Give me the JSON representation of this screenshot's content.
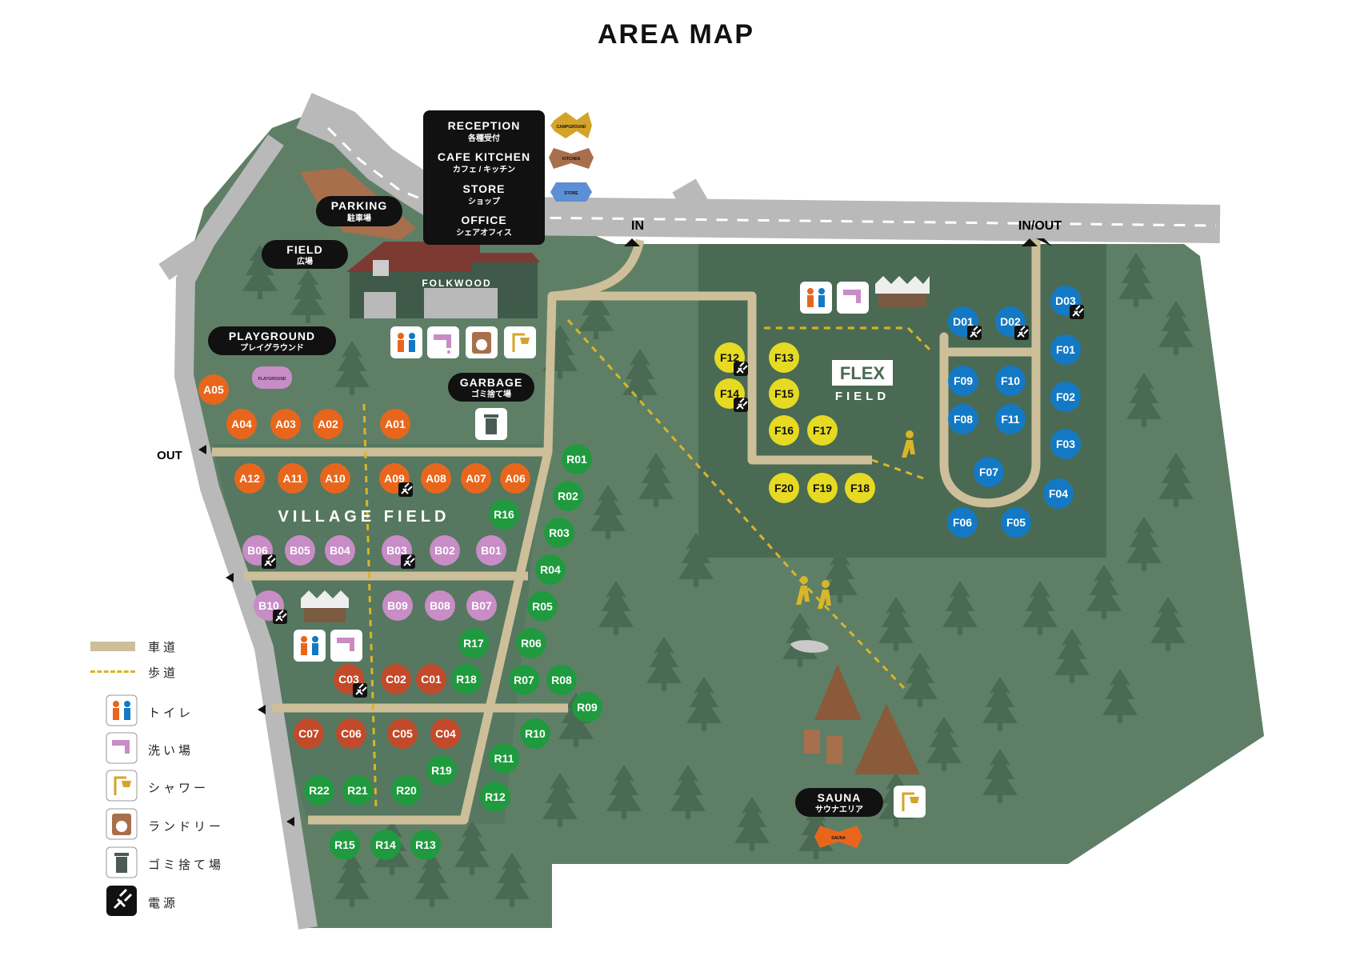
{
  "title": "AREA MAP",
  "colors": {
    "forest": "#5e7f66",
    "forest_dark": "#4a6a53",
    "road": "#b9b9b9",
    "path": "#cdbf9a",
    "zone_a": "#e8661c",
    "zone_b": "#c88cc6",
    "zone_c": "#c24a2a",
    "zone_r": "#1f9a3f",
    "zone_f": "#e6da22",
    "zone_d": "#1479c4",
    "walkway": "#d8b52a",
    "sign_bg": "#111111"
  },
  "facility_sign": {
    "items": [
      {
        "en": "RECEPTION",
        "jp": "各種受付"
      },
      {
        "en": "CAFE KITCHEN",
        "jp": "カフェ / キッチン"
      },
      {
        "en": "STORE",
        "jp": "ショップ"
      },
      {
        "en": "OFFICE",
        "jp": "シェアオフィス"
      }
    ],
    "badges": [
      "CAMPGROUND",
      "KITCHEN",
      "STORE"
    ]
  },
  "labels": {
    "parking_en": "PARKING",
    "parking_jp": "駐車場",
    "field_en": "FIELD",
    "field_jp": "広場",
    "playground_en": "PLAYGROUND",
    "playground_jp": "プレイグラウンド",
    "playground_badge": "PLAYGROUND",
    "garbage_en": "GARBAGE",
    "garbage_jp": "ゴミ捨て場",
    "folkwood": "FOLKWOOD",
    "village_field": "VILLAGE FIELD",
    "flex_1": "FLEX",
    "flex_2": "FIELD",
    "sauna_en": "SAUNA",
    "sauna_jp": "サウナエリア",
    "sauna_badge": "SAUNA",
    "in": "IN",
    "in_out": "IN/OUT",
    "out": "OUT"
  },
  "legend": {
    "road": "車道",
    "walkway": "歩道",
    "toilet": "トイレ",
    "washing": "洗い場",
    "shower": "シャワー",
    "laundry": "ランドリー",
    "garbage": "ゴミ捨て場",
    "power": "電源"
  },
  "sites": [
    {
      "id": "A05",
      "zone": "a",
      "power": false
    },
    {
      "id": "A04",
      "zone": "a",
      "power": false
    },
    {
      "id": "A03",
      "zone": "a",
      "power": false
    },
    {
      "id": "A02",
      "zone": "a",
      "power": false
    },
    {
      "id": "A01",
      "zone": "a",
      "power": false
    },
    {
      "id": "A12",
      "zone": "a",
      "power": false
    },
    {
      "id": "A11",
      "zone": "a",
      "power": false
    },
    {
      "id": "A10",
      "zone": "a",
      "power": false
    },
    {
      "id": "A09",
      "zone": "a",
      "power": true
    },
    {
      "id": "A08",
      "zone": "a",
      "power": false
    },
    {
      "id": "A07",
      "zone": "a",
      "power": false
    },
    {
      "id": "A06",
      "zone": "a",
      "power": false
    },
    {
      "id": "B06",
      "zone": "b",
      "power": true
    },
    {
      "id": "B05",
      "zone": "b",
      "power": false
    },
    {
      "id": "B04",
      "zone": "b",
      "power": false
    },
    {
      "id": "B03",
      "zone": "b",
      "power": true
    },
    {
      "id": "B02",
      "zone": "b",
      "power": false
    },
    {
      "id": "B01",
      "zone": "b",
      "power": false
    },
    {
      "id": "B10",
      "zone": "b",
      "power": true
    },
    {
      "id": "B09",
      "zone": "b",
      "power": false
    },
    {
      "id": "B08",
      "zone": "b",
      "power": false
    },
    {
      "id": "B07",
      "zone": "b",
      "power": false
    },
    {
      "id": "C03",
      "zone": "c",
      "power": true
    },
    {
      "id": "C02",
      "zone": "c",
      "power": false
    },
    {
      "id": "C01",
      "zone": "c",
      "power": false
    },
    {
      "id": "C07",
      "zone": "c",
      "power": false
    },
    {
      "id": "C06",
      "zone": "c",
      "power": false
    },
    {
      "id": "C05",
      "zone": "c",
      "power": false
    },
    {
      "id": "C04",
      "zone": "c",
      "power": false
    },
    {
      "id": "R01",
      "zone": "r",
      "power": false
    },
    {
      "id": "R02",
      "zone": "r",
      "power": false
    },
    {
      "id": "R03",
      "zone": "r",
      "power": false
    },
    {
      "id": "R04",
      "zone": "r",
      "power": false
    },
    {
      "id": "R05",
      "zone": "r",
      "power": false
    },
    {
      "id": "R06",
      "zone": "r",
      "power": false
    },
    {
      "id": "R07",
      "zone": "r",
      "power": false
    },
    {
      "id": "R08",
      "zone": "r",
      "power": false
    },
    {
      "id": "R09",
      "zone": "r",
      "power": false
    },
    {
      "id": "R10",
      "zone": "r",
      "power": false
    },
    {
      "id": "R11",
      "zone": "r",
      "power": false
    },
    {
      "id": "R12",
      "zone": "r",
      "power": false
    },
    {
      "id": "R13",
      "zone": "r",
      "power": false
    },
    {
      "id": "R14",
      "zone": "r",
      "power": false
    },
    {
      "id": "R15",
      "zone": "r",
      "power": false
    },
    {
      "id": "R16",
      "zone": "r",
      "power": false
    },
    {
      "id": "R17",
      "zone": "r",
      "power": false
    },
    {
      "id": "R18",
      "zone": "r",
      "power": false
    },
    {
      "id": "R19",
      "zone": "r",
      "power": false
    },
    {
      "id": "R20",
      "zone": "r",
      "power": false
    },
    {
      "id": "R21",
      "zone": "r",
      "power": false
    },
    {
      "id": "R22",
      "zone": "r",
      "power": false
    },
    {
      "id": "F12",
      "zone": "f",
      "power": true
    },
    {
      "id": "F13",
      "zone": "f",
      "power": false
    },
    {
      "id": "F14",
      "zone": "f",
      "power": true
    },
    {
      "id": "F15",
      "zone": "f",
      "power": false
    },
    {
      "id": "F16",
      "zone": "f",
      "power": false
    },
    {
      "id": "F17",
      "zone": "f",
      "power": false
    },
    {
      "id": "F20",
      "zone": "f",
      "power": false
    },
    {
      "id": "F19",
      "zone": "f",
      "power": false
    },
    {
      "id": "F18",
      "zone": "f",
      "power": false
    },
    {
      "id": "D01",
      "zone": "d",
      "power": true
    },
    {
      "id": "D02",
      "zone": "d",
      "power": true
    },
    {
      "id": "D03",
      "zone": "d",
      "power": true
    },
    {
      "id": "F09",
      "zone": "d",
      "power": false
    },
    {
      "id": "F10",
      "zone": "d",
      "power": false
    },
    {
      "id": "F08",
      "zone": "d",
      "power": false
    },
    {
      "id": "F11",
      "zone": "d",
      "power": false
    },
    {
      "id": "F07",
      "zone": "d",
      "power": false
    },
    {
      "id": "F01",
      "zone": "d",
      "power": false
    },
    {
      "id": "F02",
      "zone": "d",
      "power": false
    },
    {
      "id": "F03",
      "zone": "d",
      "power": false
    },
    {
      "id": "F04",
      "zone": "d",
      "power": false
    },
    {
      "id": "F05",
      "zone": "d",
      "power": false
    },
    {
      "id": "F06",
      "zone": "d",
      "power": false
    }
  ]
}
